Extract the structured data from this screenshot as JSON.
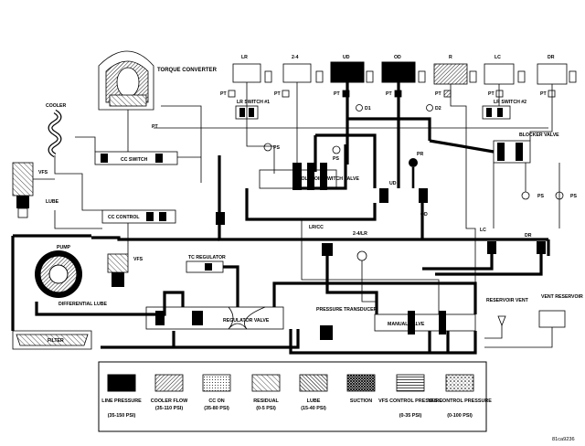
{
  "labels": {
    "lr": "LR",
    "two_four": "2-4",
    "ud": "UD",
    "od": "OD",
    "r": "R",
    "lc": "LC",
    "dr": "DR",
    "torque_converter": "TORQUE CONVERTER",
    "cooler": "COOLER",
    "vfs_left": "VFS",
    "lube": "LUBE",
    "cc_switch": "CC SWITCH",
    "cc_control": "CC CONTROL",
    "lr_switch_1": "LR SWITCH #1",
    "lr_switch_2": "LR SWITCH #2",
    "solenoid_switch_valve": "SOLENOID SWITCH VALVE",
    "blocker_valve": "BLOCKER VALVE",
    "pt": "PT",
    "ps": "PS",
    "pr": "PR",
    "d1": "D1",
    "d2": "D2",
    "ud_small": "UD",
    "od_small": "OD",
    "lr_cc": "LR/CC",
    "two_four_lr": "2-4/LR",
    "lc_small": "LC",
    "dr_small": "DR",
    "pump": "PUMP",
    "vfs_center": "VFS",
    "differential_lube": "DIFFERENTIAL LUBE",
    "filter": "FILTER",
    "tc_regulator": "TC REGULATOR",
    "regulator_valve": "REGULATOR VALVE",
    "pressure_transducer": "PRESSURE TRANSDUCER",
    "manual_valve": "MANUAL VALVE",
    "reservoir_vent": "RESERVOIR VENT",
    "vent_reservoir": "VENT RESERVOIR",
    "figure_id": "81ca9236"
  },
  "legend": [
    {
      "name": "LINE PRESSURE",
      "range": "(35-150 PSI)",
      "pattern": "solid"
    },
    {
      "name": "COOLER FLOW",
      "range": "(35-110 PSI)",
      "pattern": "cooler"
    },
    {
      "name": "CC ON",
      "range": "(35-80 PSI)",
      "pattern": "dots"
    },
    {
      "name": "RESIDUAL",
      "range": "(0-5 PSI)",
      "pattern": "residual"
    },
    {
      "name": "LUBE",
      "range": "(15-40 PSI)",
      "pattern": "lube"
    },
    {
      "name": "SUCTION",
      "range": "",
      "pattern": "suction"
    },
    {
      "name": "VFS CONTROL PRESSURE",
      "range": "(0-35 PSI)",
      "pattern": "vfs35"
    },
    {
      "name": "VFS CONTROL PRESSURE",
      "range": "(0-100 PSI)",
      "pattern": "vfs100"
    }
  ]
}
